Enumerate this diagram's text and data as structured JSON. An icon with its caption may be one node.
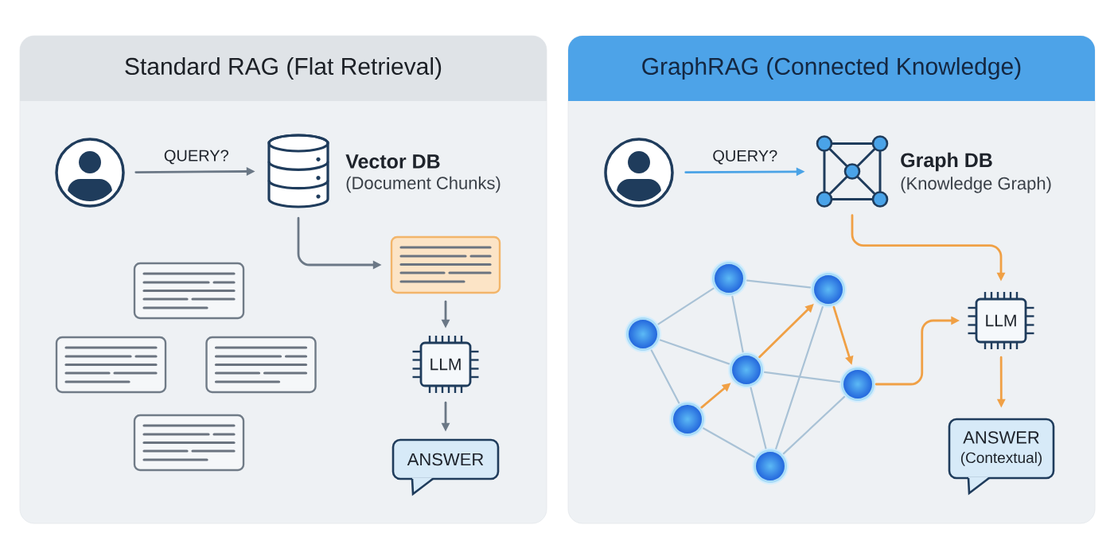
{
  "diagram": {
    "nodes": [
      {
        "text": [
          "Standard RAG (Flat Retrieval)"
        ]
      },
      {
        "text": [],
        "shape": "person",
        "in": 0
      },
      {
        "text": [],
        "shape": "cylinder",
        "in": 0,
        "beside": [
          "Vector DB",
          "(Document Chunks)"
        ]
      },
      {
        "text": [],
        "shape": "box",
        "in": 0
      },
      {
        "text": [],
        "shape": "box",
        "in": 0
      },
      {
        "text": [],
        "shape": "box",
        "in": 0
      },
      {
        "text": [],
        "shape": "box",
        "in": 0
      },
      {
        "text": [],
        "shape": "box",
        "in": 0
      },
      {
        "text": [
          "LLM"
        ],
        "in": 0
      },
      {
        "text": [
          "ANSWER"
        ],
        "in": 0
      },
      {
        "text": [
          "GraphRAG (Connected Knowledge)"
        ]
      },
      {
        "text": [],
        "shape": "person",
        "in": 10
      },
      {
        "text": [],
        "shape": "picture",
        "in": 10,
        "beside": [
          "Graph DB",
          "(Knowledge Graph)"
        ]
      },
      {
        "text": [],
        "shape": "circle",
        "in": 10
      },
      {
        "text": [],
        "shape": "circle",
        "in": 10
      },
      {
        "text": [],
        "shape": "circle",
        "in": 10
      },
      {
        "text": [],
        "shape": "circle",
        "in": 10
      },
      {
        "text": [],
        "shape": "circle",
        "in": 10
      },
      {
        "text": [],
        "shape": "circle",
        "in": 10
      },
      {
        "text": [],
        "shape": "circle",
        "in": 10
      },
      {
        "text": [
          "LLM"
        ],
        "in": 10
      },
      {
        "text": [
          "ANSWER",
          "(Contextual)"
        ],
        "in": 10
      }
    ],
    "edges": [
      {
        "from": 1,
        "to": 2,
        "arrow": "to",
        "label": "QUERY?",
        "color": "#6b7886"
      },
      {
        "from": 2,
        "to": 3,
        "arrow": "to",
        "color": "#6b7886"
      },
      {
        "from": 3,
        "to": 8,
        "arrow": "to",
        "color": "#6b7886"
      },
      {
        "from": 8,
        "to": 9,
        "arrow": "to",
        "color": "#6b7886"
      },
      {
        "from": 11,
        "to": 12,
        "arrow": "to",
        "label": "QUERY?",
        "color": "#4aa3e6"
      },
      {
        "from": 12,
        "to": 20,
        "arrow": "to",
        "color": "#f0a045"
      },
      {
        "from": 20,
        "to": 21,
        "arrow": "to",
        "color": "#f0a045"
      },
      {
        "from": 13,
        "to": 14,
        "arrow": "none"
      },
      {
        "from": 13,
        "to": 15,
        "arrow": "none"
      },
      {
        "from": 13,
        "to": 16,
        "arrow": "none"
      },
      {
        "from": 15,
        "to": 16,
        "arrow": "none"
      },
      {
        "from": 15,
        "to": 18,
        "arrow": "none"
      },
      {
        "from": 16,
        "to": 17,
        "arrow": "none"
      },
      {
        "from": 16,
        "to": 19,
        "arrow": "none"
      },
      {
        "from": 14,
        "to": 19,
        "arrow": "none"
      },
      {
        "from": 17,
        "to": 19,
        "arrow": "none"
      },
      {
        "from": 18,
        "to": 19,
        "arrow": "none"
      },
      {
        "from": 18,
        "to": 16,
        "arrow": "to",
        "color": "#f0a045"
      },
      {
        "from": 16,
        "to": 14,
        "arrow": "to",
        "color": "#f0a045"
      },
      {
        "from": 14,
        "to": 17,
        "arrow": "to",
        "color": "#f0a045"
      },
      {
        "from": 17,
        "to": 20,
        "arrow": "to",
        "color": "#f0a045"
      }
    ]
  }
}
